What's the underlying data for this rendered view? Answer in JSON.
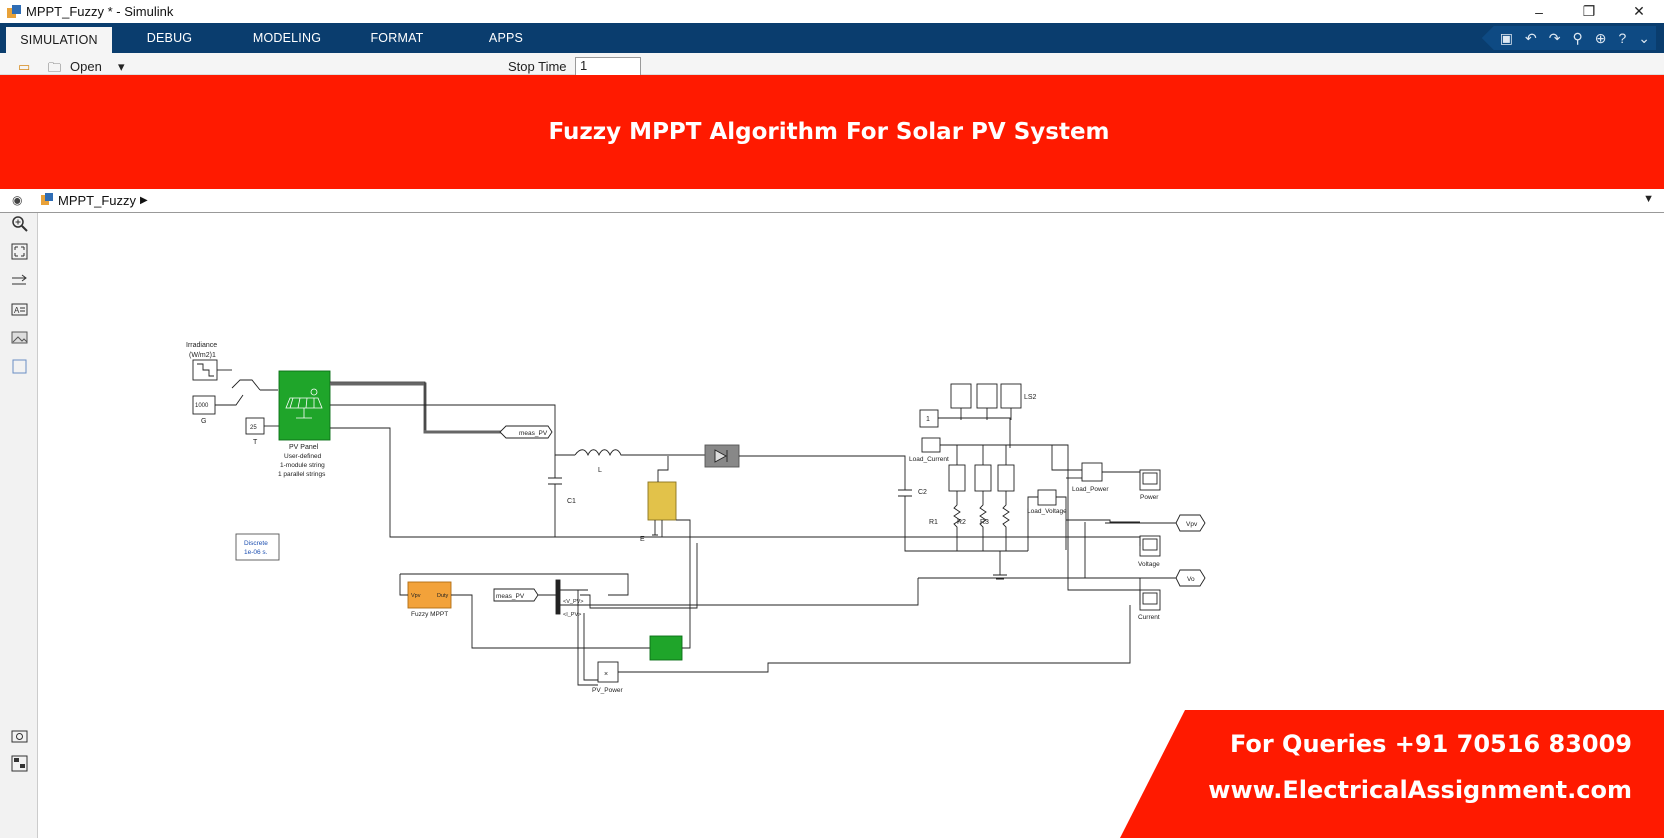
{
  "window": {
    "title": "MPPT_Fuzzy * - Simulink",
    "minimize": "–",
    "restore": "❐",
    "close": "✕"
  },
  "tabs": [
    "SIMULATION",
    "DEBUG",
    "MODELING",
    "FORMAT",
    "APPS"
  ],
  "toolstrip": {
    "open_label": "Open",
    "stop_time_label": "Stop Time",
    "stop_time_value": "1"
  },
  "banner": {
    "title": "Fuzzy MPPT Algorithm For Solar PV System"
  },
  "breadcrumb": {
    "model": "MPPT_Fuzzy"
  },
  "diagram": {
    "irradiance_label_1": "Irradiance",
    "irradiance_label_2": "(W/m2)1",
    "g_value": "1000",
    "g_label": "G",
    "t_value": "25",
    "t_label": "T",
    "pv_name": "PV Panel",
    "pv_desc_1": "User-defined",
    "pv_desc_2": "1-module string",
    "pv_desc_3": "1 parallel strings",
    "goto_meas": "meas_PV",
    "inductor": "L",
    "c1": "C1",
    "c2": "C2",
    "e_label": "E",
    "discrete_1": "Discrete",
    "discrete_2": "1e-06 s.",
    "fuzzy_in": "Vpv",
    "fuzzy_out": "Duty",
    "fuzzy_name": "Fuzzy MPPT",
    "from_meas": "meas_PV",
    "sel_v": "<V_PV>",
    "sel_i": "<I_PV>",
    "pv_power": "PV_Power",
    "const_1": "1",
    "ls2": "LS2",
    "load_current": "Load_Current",
    "load_voltage": "Load_Voltage",
    "load_power": "Load_Power",
    "r1": "R1",
    "r2": "R2",
    "r3": "R3",
    "scope_power": "Power",
    "scope_voltage": "Voltage",
    "scope_current": "Current",
    "goto_vpv": "Vpv",
    "goto_vo": "Vo",
    "mult": "×"
  },
  "ad": {
    "line1": "For Queries +91 70516 83009",
    "line2": "www.ElectricalAssignment.com"
  }
}
